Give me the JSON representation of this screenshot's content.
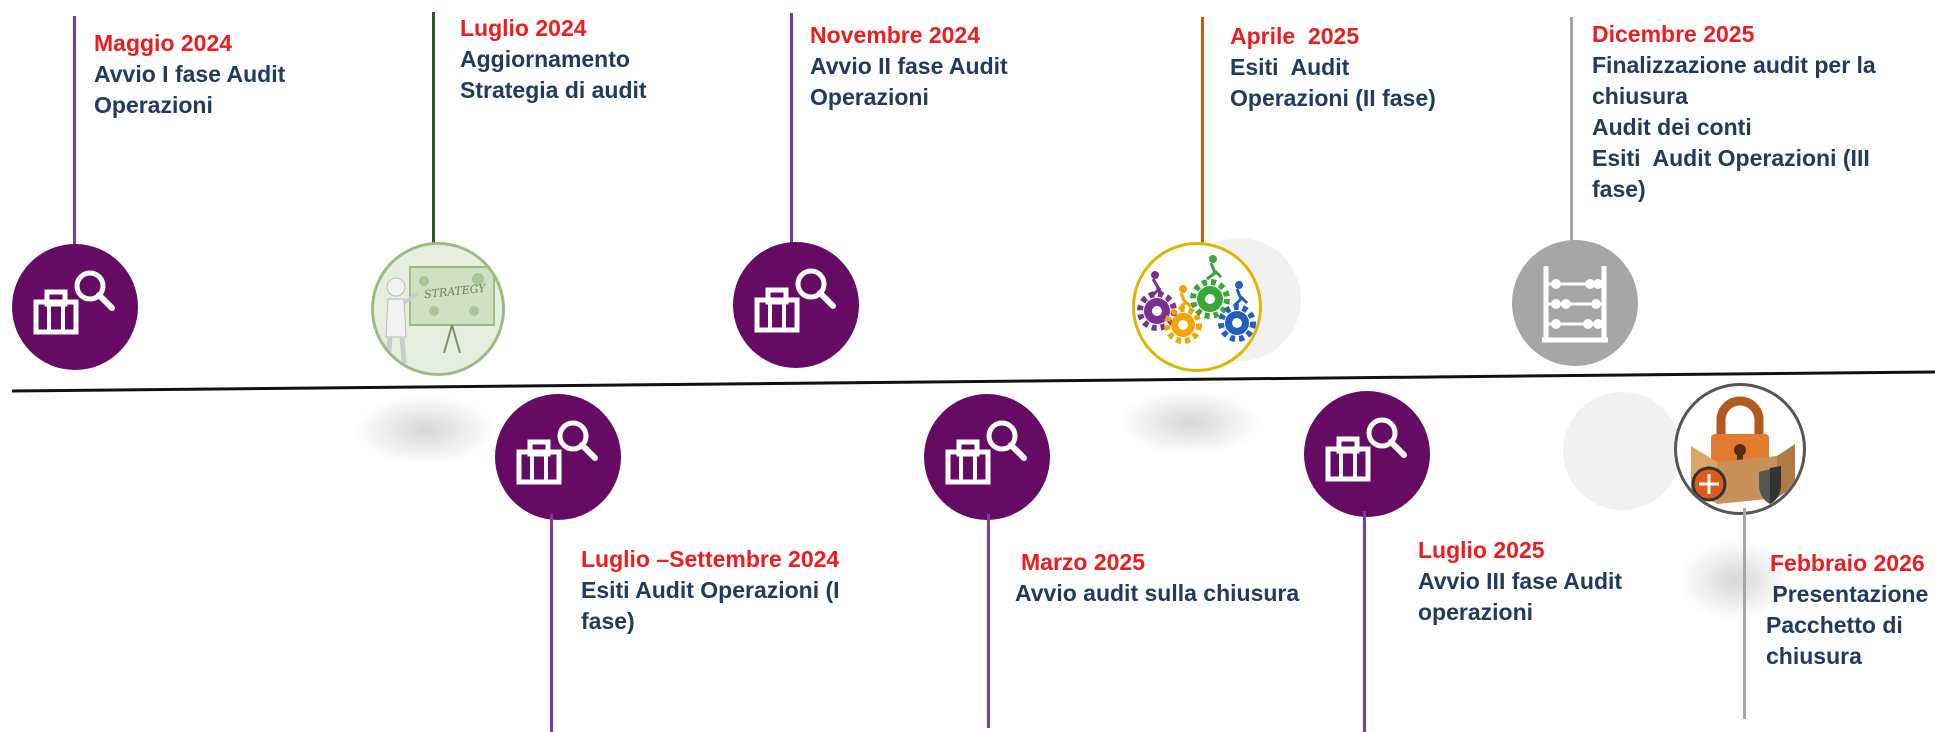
{
  "colors": {
    "date": "#ee1d1d",
    "text": "#213a63",
    "milestone_circle": "#660b64",
    "abacus_circle": "#a6a6a6",
    "axis": "#000000"
  },
  "milestones_top": [
    {
      "date": "Maggio 2024",
      "lines": [
        "Avvio I fase Audit",
        "Operazioni"
      ],
      "icon": "audit-briefcase-search-icon",
      "line_color": "#7b3aa3"
    },
    {
      "date": "Luglio 2024",
      "lines": [
        "Aggiornamento",
        "Strategia di audit"
      ],
      "icon": "strategy-board-icon",
      "line_color": "#385723"
    },
    {
      "date": "Novembre 2024",
      "lines": [
        "Avvio II fase Audit",
        "Operazioni"
      ],
      "icon": "audit-briefcase-search-icon",
      "line_color": "#7b3aa3"
    },
    {
      "date": "Aprile  2025",
      "lines": [
        "Esiti  Audit",
        "Operazioni (II fase)"
      ],
      "icon": "gears-people-icon",
      "line_color": "#c55a11"
    },
    {
      "date": "Dicembre 2025",
      "lines": [
        "Finalizzazione audit per la",
        "chiusura",
        "Audit dei conti",
        "Esiti  Audit Operazioni (III",
        "fase)"
      ],
      "icon": "abacus-icon",
      "line_color": "#a6a6a6"
    }
  ],
  "milestones_bottom": [
    {
      "date": "Luglio –Settembre 2024",
      "lines": [
        "Esiti Audit Operazioni (I",
        "fase)"
      ],
      "icon": "audit-briefcase-search-icon",
      "line_color": "#7b3aa3"
    },
    {
      "date": "Marzo 2025",
      "lines": [
        "Avvio audit sulla chiusura"
      ],
      "icon": "audit-briefcase-search-icon",
      "line_color": "#7b3aa3"
    },
    {
      "date": "Luglio 2025",
      "lines": [
        "Avvio III fase Audit",
        "operazioni"
      ],
      "icon": "audit-briefcase-search-icon",
      "line_color": "#7b3aa3"
    },
    {
      "date": "Febbraio 2026",
      "lines": [
        " Presentazione",
        "Pacchetto di",
        "chiusura"
      ],
      "icon": "locked-box-icon",
      "line_color": "#a6a6a6"
    }
  ],
  "strategy_board_text": "STRATEGY"
}
